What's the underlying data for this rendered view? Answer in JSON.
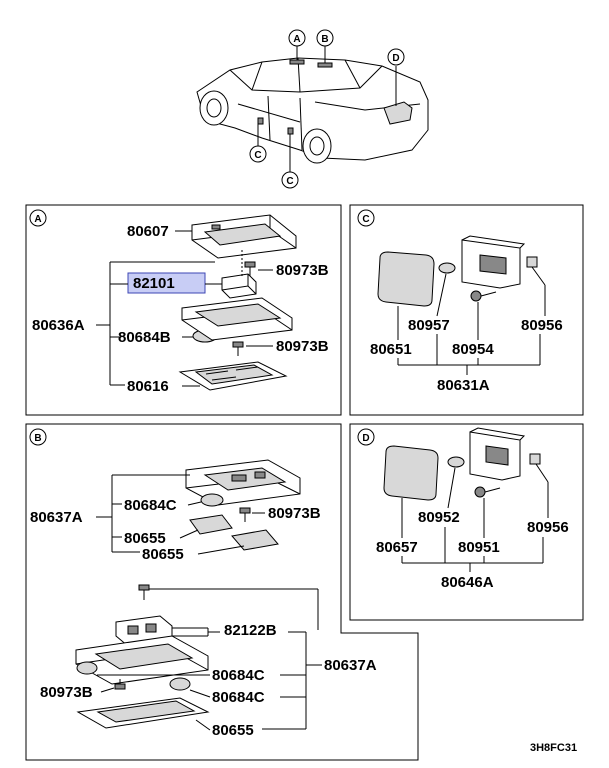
{
  "callouts": {
    "a": "A",
    "b": "B",
    "c": "C",
    "d": "D"
  },
  "panel_a": {
    "letter": "A",
    "labels": {
      "p1": "80607",
      "p2": "82101",
      "p3": "80973B",
      "p4": "80636A",
      "p5": "80684B",
      "p6": "80973B",
      "p7": "80616"
    }
  },
  "panel_b": {
    "letter": "B",
    "labels": {
      "p1": "80637A",
      "p2": "80684C",
      "p3": "80973B",
      "p4": "80655",
      "p5": "80655",
      "p6": "82122B",
      "p7": "80637A",
      "p8": "80684C",
      "p9": "80973B",
      "p10": "80684C",
      "p11": "80655"
    }
  },
  "panel_c": {
    "letter": "C",
    "labels": {
      "p1": "80957",
      "p2": "80956",
      "p3": "80651",
      "p4": "80954",
      "p5": "80631A"
    }
  },
  "panel_d": {
    "letter": "D",
    "labels": {
      "p1": "80952",
      "p2": "80956",
      "p3": "80657",
      "p4": "80951",
      "p5": "80646A"
    }
  },
  "footer_code": "3H8FC31",
  "highlight_color": "#c8cdf5"
}
